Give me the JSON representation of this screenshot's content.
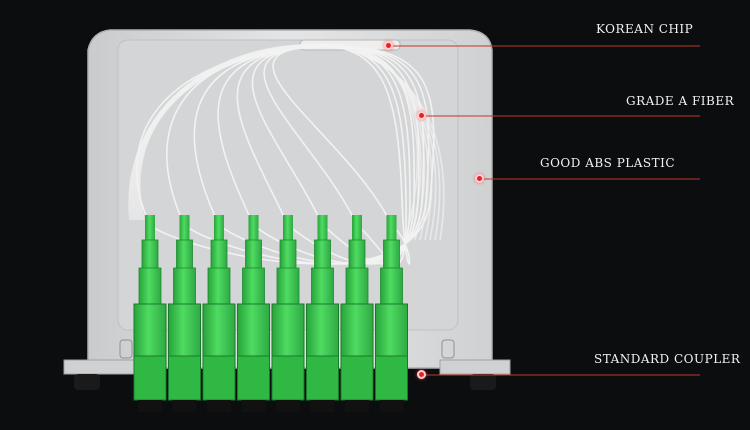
{
  "callouts": [
    {
      "label": "KOREAN CHIP"
    },
    {
      "label": "GRADE A FIBER"
    },
    {
      "label": "GOOD ABS PLASTIC"
    },
    {
      "label": "STANDARD COUPLER"
    }
  ],
  "colors": {
    "background": "#0b0d0f",
    "housing": "#d9dbdc",
    "connector": "#3fcf53",
    "fiber": "#f4f4f4",
    "callout_line": "#c0392b"
  },
  "connector_count": 8
}
